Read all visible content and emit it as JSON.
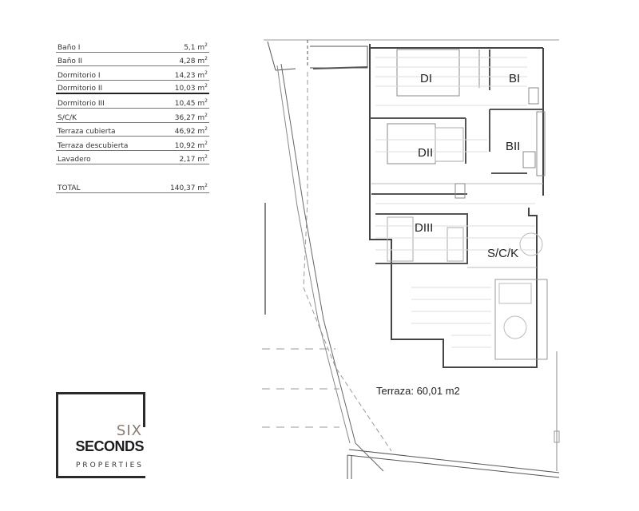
{
  "area_table": {
    "unit": "m",
    "unit_exp": "2",
    "rows": [
      {
        "name": "Baño I",
        "value": "5,1"
      },
      {
        "name": "Baño II",
        "value": "4,28"
      },
      {
        "name": "Dormitorio I",
        "value": "14,23"
      },
      {
        "name": "Dormitorio II",
        "value": "10,03"
      },
      {
        "name": "Dormitorio III",
        "value": "10,45"
      },
      {
        "name": "S/C/K",
        "value": "36,27"
      },
      {
        "name": "Terraza cubierta",
        "value": "46,92"
      },
      {
        "name": "Terraza descubierta",
        "value": "10,92"
      },
      {
        "name": "Lavadero",
        "value": "2,17"
      }
    ],
    "total": {
      "name": "TOTAL",
      "value": "140,37"
    }
  },
  "floor_plan": {
    "rooms": [
      {
        "label": "DI"
      },
      {
        "label": "BI"
      },
      {
        "label": "DII"
      },
      {
        "label": "BII"
      },
      {
        "label": "DIII"
      },
      {
        "label": "S/C/K"
      }
    ],
    "terrace_label": "Terraza: 60,01 m2"
  },
  "logo": {
    "line1": "SIX",
    "line2": "SECONDS",
    "line3": "PROPERTIES"
  }
}
